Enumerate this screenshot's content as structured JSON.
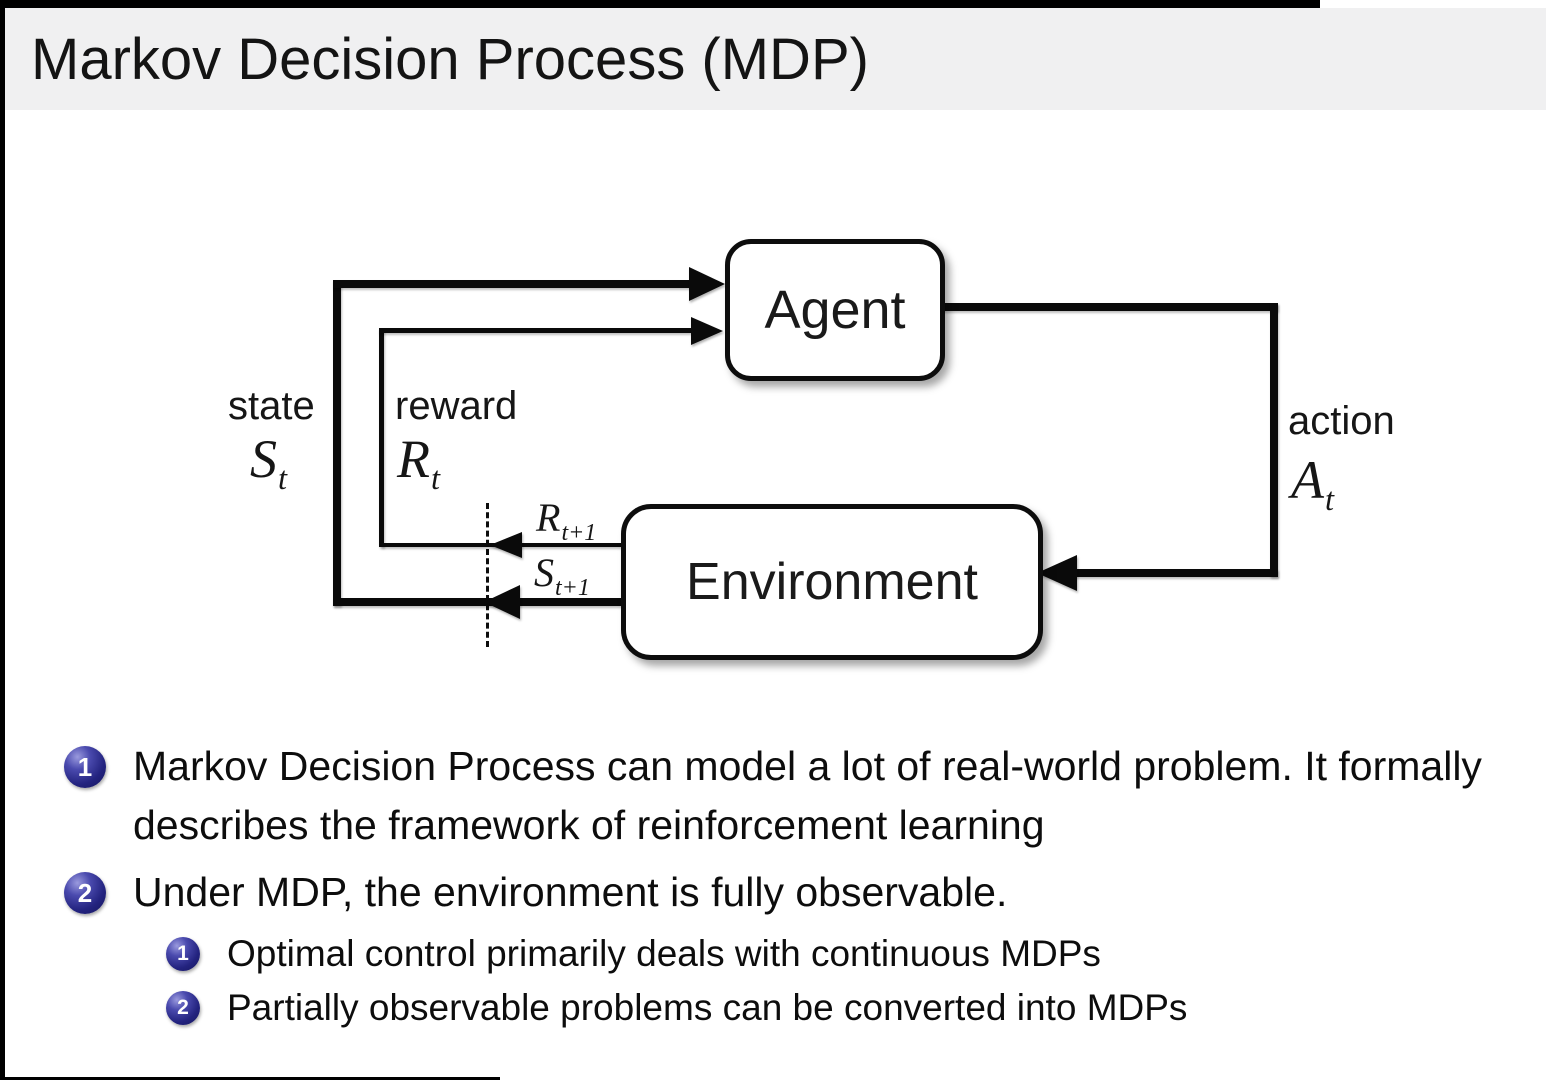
{
  "title": "Markov Decision Process (MDP)",
  "diagram": {
    "agent_label": "Agent",
    "environment_label": "Environment",
    "state": {
      "label": "state",
      "base": "S",
      "sub": "t"
    },
    "reward": {
      "label": "reward",
      "base": "R",
      "sub": "t"
    },
    "action": {
      "label": "action",
      "base": "A",
      "sub": "t"
    },
    "next_reward": {
      "base": "R",
      "sub": "t+1"
    },
    "next_state": {
      "base": "S",
      "sub": "t+1"
    }
  },
  "bullets": {
    "item1": {
      "number": "1",
      "text": "Markov Decision Process can model a lot of real-world problem. It formally describes the framework of reinforcement learning"
    },
    "item2": {
      "number": "2",
      "text": "Under MDP, the environment is fully observable."
    },
    "sub1": {
      "number": "1",
      "text": "Optimal control primarily deals with continuous MDPs"
    },
    "sub2": {
      "number": "2",
      "text": "Partially observable problems can be converted into MDPs"
    }
  },
  "colors": {
    "title_bar_bg": "#f0f0f1",
    "ball_blue": "#23237f",
    "line_black": "#0a0a0a",
    "background": "#ffffff"
  }
}
